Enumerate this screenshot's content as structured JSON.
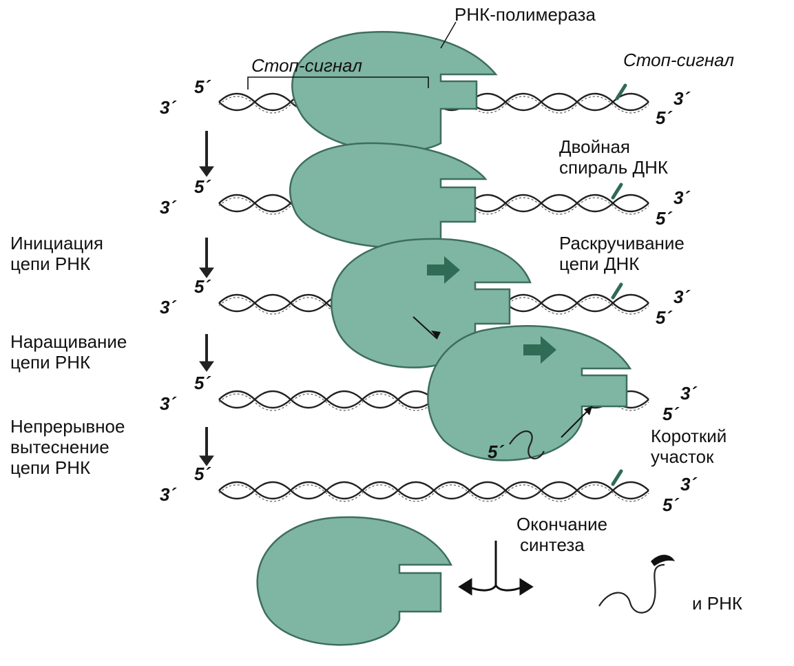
{
  "labels": {
    "polymerase": "РНК-полимераза",
    "stop_signal_left": "Стоп-сигнал",
    "stop_signal_right": "Стоп-сигнал",
    "double_helix": [
      "Двойная",
      "спираль ДНК"
    ],
    "unwinding": [
      "Раскручивание",
      "цепи ДНК"
    ],
    "initiation": [
      "Инициация",
      "цепи РНК"
    ],
    "elongation": [
      "Наращивание",
      "цепи РНК"
    ],
    "displacement": [
      "Непрерывное",
      "вытеснение",
      "цепи РНК"
    ],
    "short_segment": [
      "Короткий",
      "участок"
    ],
    "termination": [
      "Окончание",
      "синтеза"
    ],
    "and_rna": "и РНК",
    "five_prime": "5´",
    "three_prime": "3´"
  },
  "colors": {
    "enzyme_fill": "#7fb5a3",
    "enzyme_stroke": "#3d6e5c",
    "arrow_fill": "#2f6b55",
    "ink": "#111111"
  }
}
